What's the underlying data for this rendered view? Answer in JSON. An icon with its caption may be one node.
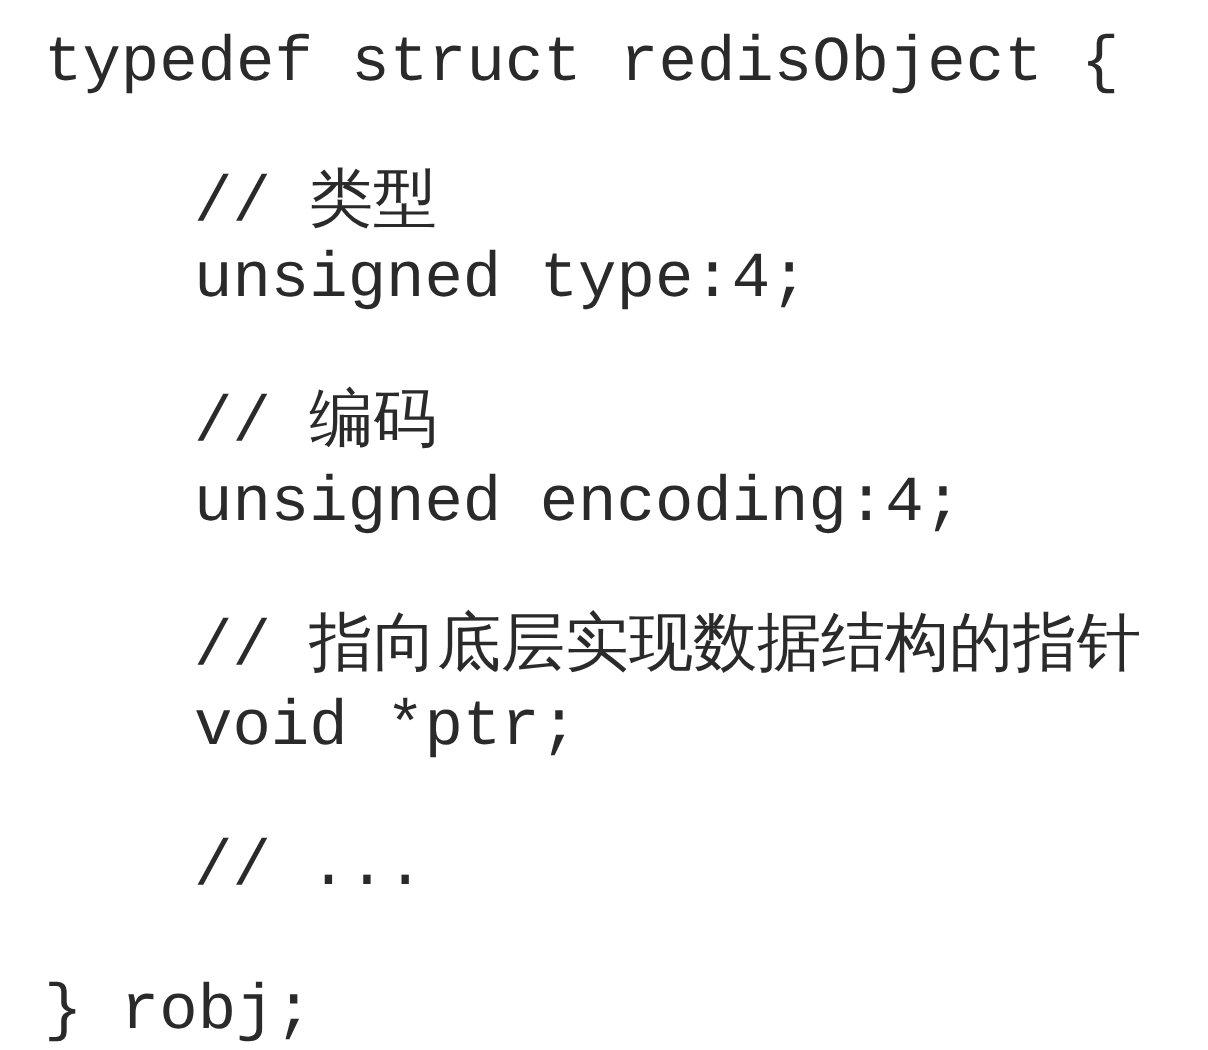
{
  "diagram": {
    "labels": [
      "typedef struct redisObject {",
      "// 类型",
      "unsigned type:4;",
      "// 编码",
      "unsigned encoding:4;",
      "// 指向底层实现数据结构的指针",
      "void *ptr;",
      "// ...",
      "} robj;"
    ]
  }
}
